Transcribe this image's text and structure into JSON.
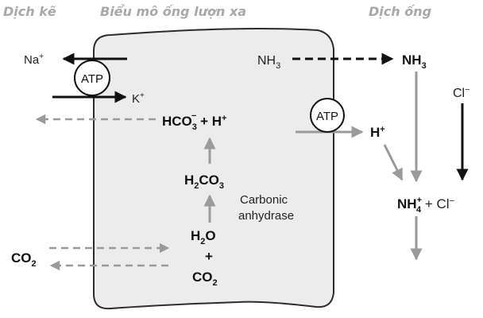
{
  "headers": {
    "interstitial": "Dịch kẽ",
    "cell": "Biểu mô ống lượn xa",
    "lumen": "Dịch ống"
  },
  "pump": {
    "atp": "ATP",
    "na": "Na",
    "na_sup": "+",
    "k": "K",
    "k_sup": "+"
  },
  "reaction": {
    "hco3": "HCO",
    "hco3_sub": "3",
    "hco3_sup": "−",
    "plus_h": " + H",
    "plus_h_sup": "+",
    "h2co3_h": "H",
    "h2co3_sub1": "2",
    "h2co3_co": "CO",
    "h2co3_sub2": "3",
    "enzyme_line1": "Carbonic",
    "enzyme_line2": "anhydrase",
    "h2o_h": "H",
    "h2o_sub": "2",
    "h2o_o": "O",
    "plus": "+",
    "co2_co": "CO",
    "co2_sub": "2"
  },
  "co2_left": {
    "co": "CO",
    "sub": "2"
  },
  "ammonia": {
    "inside_nh": "NH",
    "inside_sub": "3",
    "lumen_nh": "NH",
    "lumen_sub": "3"
  },
  "proton_pump": {
    "atp": "ATP",
    "h": "H",
    "h_sup": "+"
  },
  "lumen_products": {
    "nh4_nh": "NH",
    "nh4_sup": "+",
    "nh4_sub": "4",
    "plus_cl": " + Cl",
    "plus_cl_sup": "−",
    "cl": "Cl",
    "cl_sup": "−"
  }
}
